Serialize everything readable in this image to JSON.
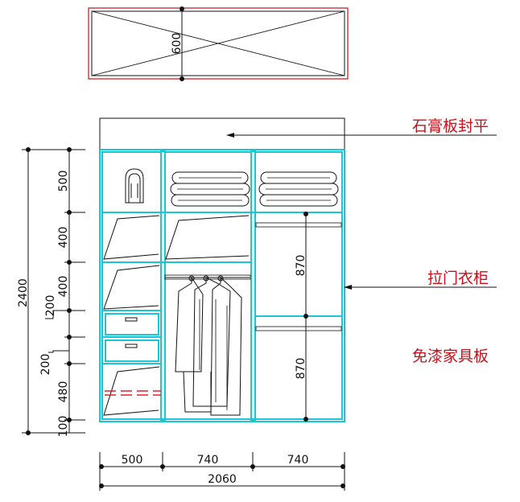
{
  "labels": {
    "gypsum": "石膏板封平",
    "sliding": "拉门衣柜",
    "board": "免漆家具板"
  },
  "dims": {
    "top_depth": "600",
    "total_height": "2400",
    "h1": "500",
    "h2": "400",
    "h3": "400",
    "h4": "200",
    "h5": "200",
    "h6": "480",
    "h7": "100",
    "rod1": "870",
    "rod2": "870",
    "w1": "500",
    "w2": "740",
    "w3": "740",
    "total_width": "2060"
  },
  "colors": {
    "cabinet": "#19c6d6",
    "label": "#c8101a",
    "outline": "#c8101a",
    "line": "#111111",
    "drawer_mark": "#e0202a"
  }
}
